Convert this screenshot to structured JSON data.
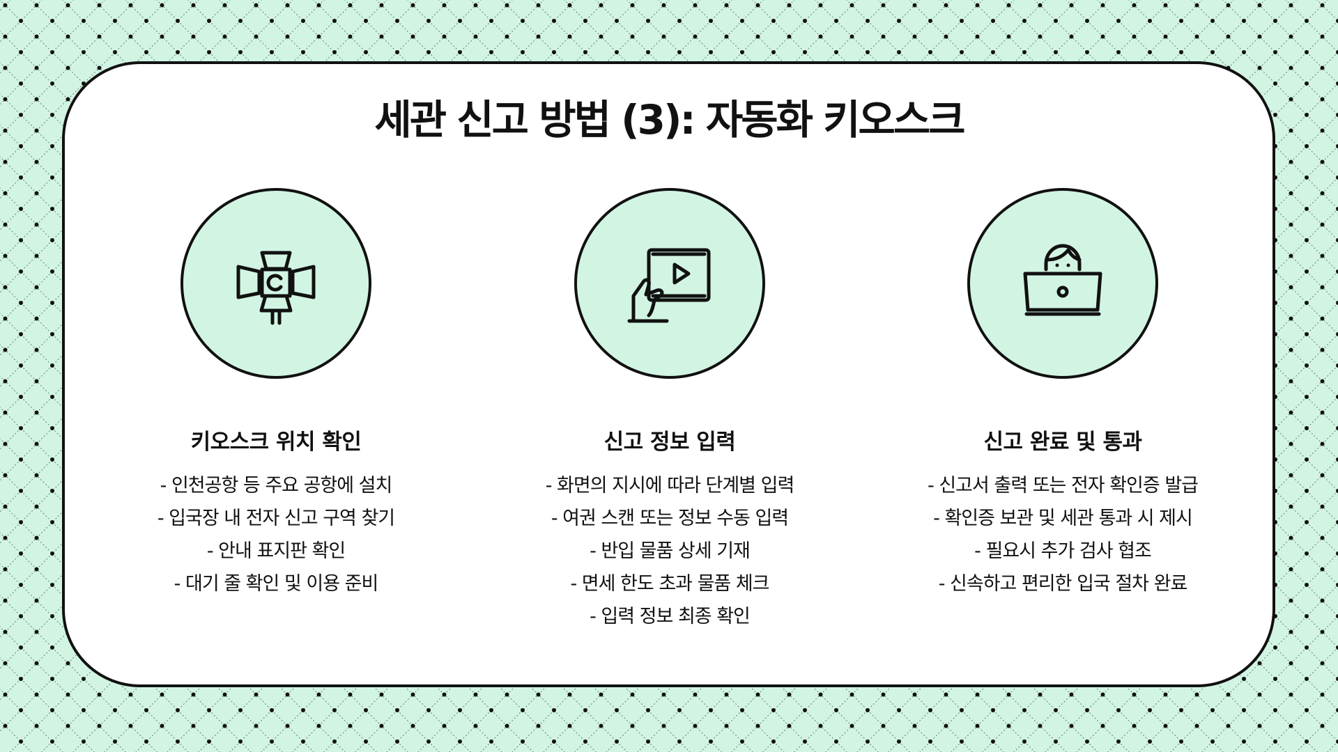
{
  "slide": {
    "title": "세관 신고 방법 (3): 자동화 키오스크",
    "colors": {
      "background": "#d2f5e3",
      "pattern_dot": "#111111",
      "card": "#ffffff",
      "outline": "#111111",
      "icon_fill": "#d2f5e3"
    }
  },
  "steps": [
    {
      "icon": "kiosk-light-icon",
      "title": "키오스크 위치 확인",
      "items": [
        "- 인천공항 등 주요 공항에 설치",
        "- 입국장 내 전자 신고 구역 찾기",
        "- 안내 표지판 확인",
        "- 대기 줄 확인 및 이용 준비"
      ]
    },
    {
      "icon": "tablet-video-icon",
      "title": "신고 정보 입력",
      "items": [
        "- 화면의 지시에 따라 단계별 입력",
        "- 여권 스캔 또는 정보 수동 입력",
        "- 반입 물품 상세 기재",
        "- 면세 한도 초과 물품 체크",
        "- 입력 정보 최종 확인"
      ]
    },
    {
      "icon": "person-laptop-icon",
      "title": "신고 완료 및 통과",
      "items": [
        "- 신고서 출력 또는 전자 확인증 발급",
        "- 확인증 보관 및 세관 통과 시 제시",
        "- 필요시 추가 검사 협조",
        "- 신속하고 편리한 입국 절차 완료"
      ]
    }
  ]
}
